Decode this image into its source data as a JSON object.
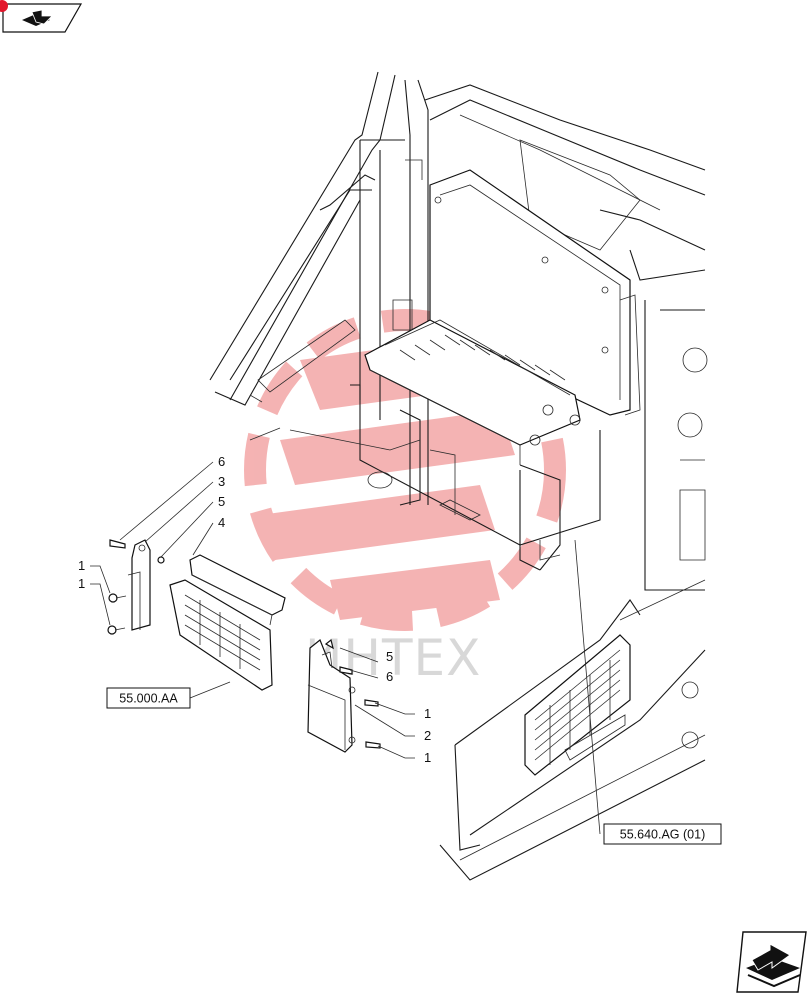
{
  "colors": {
    "ink": "#111111",
    "watermark_red": "#f2a3a3",
    "watermark_text": "#d2d2d2",
    "marker_red": "#e3162b"
  },
  "icons": {
    "top_nav": "arrow-book-icon",
    "bottom_nav": "arrow-book-icon"
  },
  "watermark": {
    "text": "ИНТЕХ"
  },
  "callouts": [
    {
      "id": "c6a",
      "label": "6"
    },
    {
      "id": "c3",
      "label": "3"
    },
    {
      "id": "c5a",
      "label": "5"
    },
    {
      "id": "c4",
      "label": "4"
    },
    {
      "id": "c1a",
      "label": "1"
    },
    {
      "id": "c1b",
      "label": "1"
    },
    {
      "id": "c5b",
      "label": "5"
    },
    {
      "id": "c6b",
      "label": "6"
    },
    {
      "id": "c1c",
      "label": "1"
    },
    {
      "id": "c2",
      "label": "2"
    },
    {
      "id": "c1d",
      "label": "1"
    }
  ],
  "references": [
    {
      "id": "ref1",
      "label": "55.000.AA"
    },
    {
      "id": "ref2",
      "label": "55.640.AG (01)"
    }
  ]
}
